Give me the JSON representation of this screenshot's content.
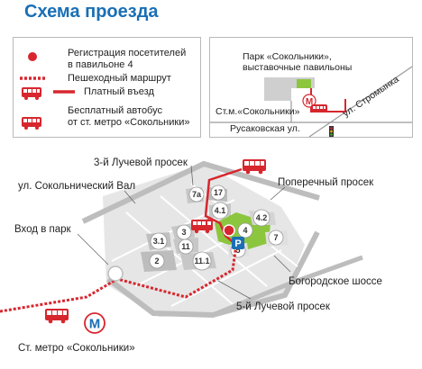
{
  "title": "Схема проезда",
  "legend": {
    "registration": "Регистрация посетителей\nв павильоне 4",
    "walking_route": "Пешеходный маршрут",
    "paid_entry": "Платный въезд",
    "free_bus": "Бесплатный автобус\nот ст. метро «Сокольники»"
  },
  "inset": {
    "park_label": "Парк «Сокольники»,\nвыставочные павильоны",
    "metro_label": "Ст.м.«Сокольники»",
    "street_rusakovskaya": "Русаковская ул.",
    "street_stromynka": "ул. Стромынка"
  },
  "map": {
    "street_3rd_luchevoy": "3-й Лучевой просек",
    "street_sokolnichesky_val": "ул. Сокольнический Вал",
    "street_poperechny": "Поперечный просек",
    "park_entrance": "Вход в парк",
    "street_bogorodskoe": "Богородское шоссе",
    "street_5th_luchevoy": "5-й Лучевой просек",
    "metro_station": "Ст. метро «Сокольники»",
    "parking_letter": "P",
    "metro_letter": "М",
    "buildings": {
      "b7a": "7а",
      "b17": "17",
      "b41": "4.1",
      "b42": "4.2",
      "b4": "4",
      "b3": "3",
      "b31": "3.1",
      "b11": "11",
      "b2": "2",
      "b111": "11.1",
      "b5": "5",
      "b7": "7"
    }
  },
  "colors": {
    "title": "#1a6fb5",
    "route_red": "#d7262e",
    "pavilion_green": "#8cc63f",
    "metro_blue": "#1a6fb5",
    "building_gray": "#c7c7c7"
  },
  "icons": {
    "registration": "red-dot",
    "walking": "dashed-red-line",
    "paid": "solid-red-line",
    "bus": "bus-icon",
    "metro": "metro-m-icon",
    "traffic_light": "traffic-light-icon",
    "parking": "parking-icon"
  }
}
